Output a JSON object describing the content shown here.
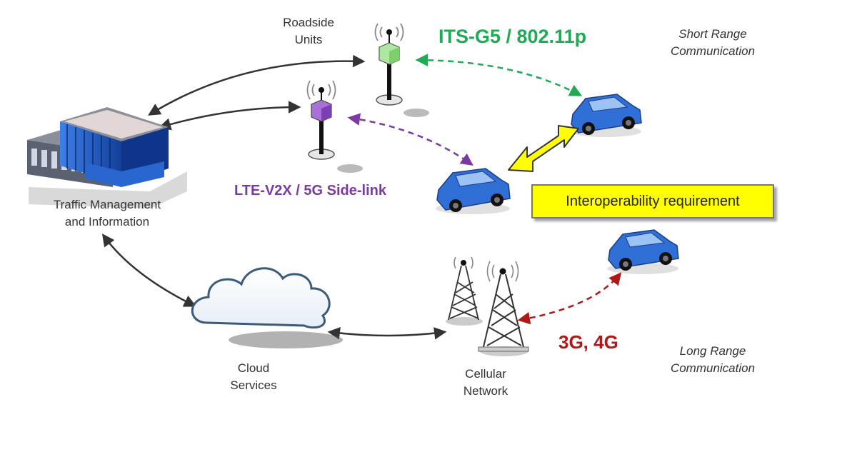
{
  "labels": {
    "roadside_units": [
      "Roadside",
      "Units"
    ],
    "traffic_management": [
      "Traffic Management",
      "and Information"
    ],
    "cloud_services": [
      "Cloud",
      "Services"
    ],
    "cellular_network": [
      "Cellular",
      "Network"
    ],
    "short_range": [
      "Short Range",
      "Communication"
    ],
    "long_range": [
      "Long Range",
      "Communication"
    ]
  },
  "protocols": {
    "its_g5": "ITS-G5 / 802.11p",
    "lte_v2x": "LTE-V2X / 5G Side-link",
    "cellular": "3G, 4G"
  },
  "interoperability": "Interoperability requirement",
  "colors": {
    "its_g5": "#1faa55",
    "lte_v2x": "#7a3aa0",
    "cellular": "#b01818",
    "car_body": "#2f6fd6",
    "building": "#1f5fcf",
    "highlight": "#ffff00"
  }
}
